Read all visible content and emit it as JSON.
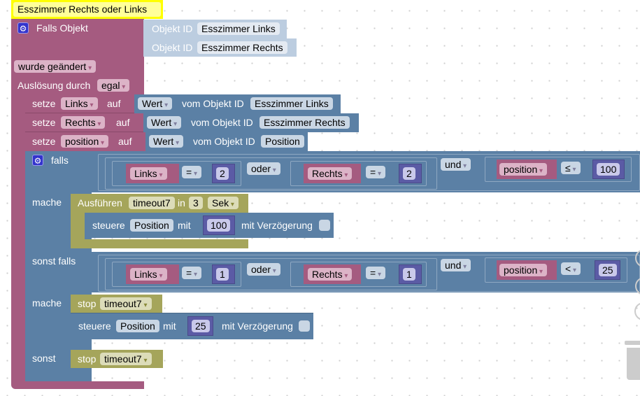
{
  "comment": "Esszimmer Rechts oder Links",
  "trigger": {
    "title": "Falls Objekt",
    "object_label": "Objekt ID",
    "objects": [
      "Esszimmer Links",
      "Esszimmer Rechts"
    ],
    "event": "wurde geändert",
    "trigger_by_label": "Auslösung durch",
    "trigger_by": "egal"
  },
  "setze": [
    {
      "label": "setze",
      "var": "Links",
      "auf": "auf",
      "value": "Wert",
      "from": "vom Objekt ID",
      "object": "Esszimmer Links"
    },
    {
      "label": "setze",
      "var": "Rechts",
      "auf": "auf",
      "value": "Wert",
      "from": "vom Objekt ID",
      "object": "Esszimmer Rechts"
    },
    {
      "label": "setze",
      "var": "position",
      "auf": "auf",
      "value": "Wert",
      "from": "vom Objekt ID",
      "object": "Position"
    }
  ],
  "if": {
    "falls": "falls",
    "mache": "mache",
    "sonst_falls": "sonst falls",
    "sonst": "sonst",
    "cond1": {
      "a_var": "Links",
      "a_op": "=",
      "a_val": "2",
      "or": "oder",
      "b_var": "Rechts",
      "b_op": "=",
      "b_val": "2",
      "and": "und",
      "c_var": "position",
      "c_op": "≤",
      "c_val": "100"
    },
    "cond2": {
      "a_var": "Links",
      "a_op": "=",
      "a_val": "1",
      "or": "oder",
      "b_var": "Rechts",
      "b_op": "=",
      "b_val": "1",
      "and": "und",
      "c_var": "position",
      "c_op": "<",
      "c_val": "25"
    }
  },
  "timeout": {
    "label": "Ausführen",
    "name": "timeout7",
    "in": "in",
    "delay": "3",
    "unit": "Sek"
  },
  "steuere1": {
    "label": "steuere",
    "object": "Position",
    "mit": "mit",
    "value": "100",
    "delay_label": "mit Verzögerung"
  },
  "stop1": {
    "label": "stop",
    "name": "timeout7"
  },
  "steuere2": {
    "label": "steuere",
    "object": "Position",
    "mit": "mit",
    "value": "25",
    "delay_label": "mit Verzögerung"
  },
  "stop2": {
    "label": "stop",
    "name": "timeout7"
  },
  "colors": {
    "logic_trigger": "#a55b80",
    "action": "#5b80a5",
    "timeout": "#a5a55b",
    "number": "#5b5ba5",
    "comment": "#ffff66"
  }
}
